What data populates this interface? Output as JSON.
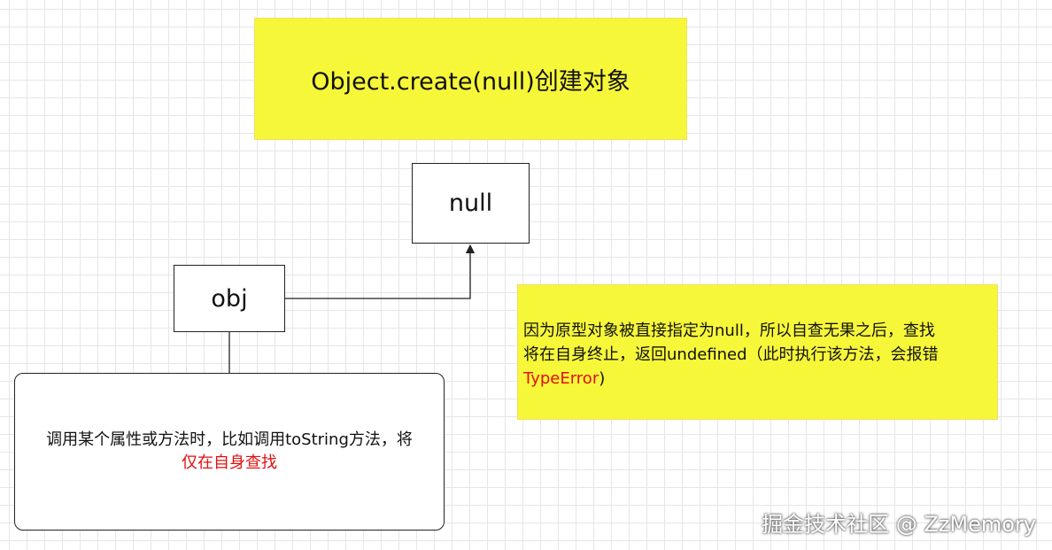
{
  "diagram": {
    "title": "Object.create(null)创建对象",
    "null_node": "null",
    "obj_node": "obj",
    "obj_description": {
      "line1": "调用某个属性或方法时，比如调用toString方法，将",
      "line2_highlight": "仅在自身查找"
    },
    "note": {
      "line1": "因为原型对象被直接指定为null，所以自查无果之后，查找",
      "line2": "将在自身终止，返回undefined（此时执行该方法，会报错",
      "line3_error": "TypeError",
      "line3_tail": ")"
    },
    "colors": {
      "highlight_fill": "#f7f73a",
      "emphasis_text": "#e01010",
      "border": "#222222"
    }
  },
  "watermark": "掘金技术社区 @ ZzMemory"
}
